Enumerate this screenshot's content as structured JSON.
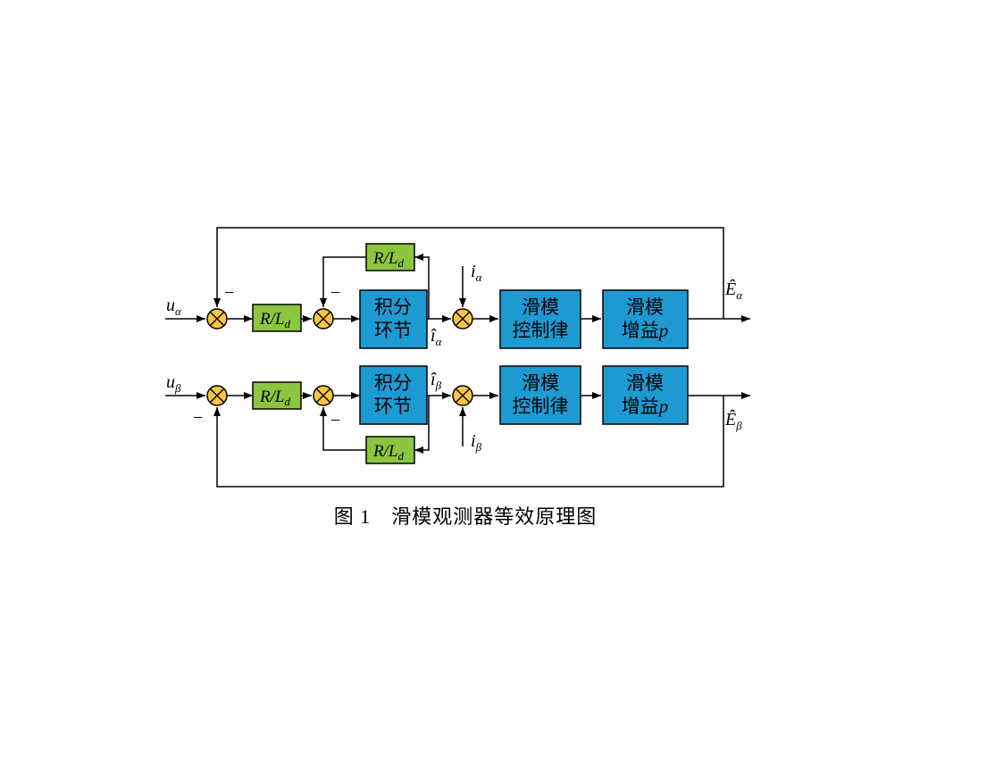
{
  "caption": "图 1　滑模观测器等效原理图",
  "colors": {
    "background": "#FFFFFF",
    "block_blue": "#1E9AD2",
    "block_green": "#8CC63F",
    "junction_fill": "#F8C543",
    "line": "#000000"
  },
  "signals": {
    "u_alpha": {
      "base": "u",
      "sub": "α"
    },
    "u_beta": {
      "base": "u",
      "sub": "β"
    },
    "i_hat_alpha": {
      "base": "î",
      "sub": "α"
    },
    "i_hat_beta": {
      "base": "î",
      "sub": "β"
    },
    "i_alpha": {
      "base": "i",
      "sub": "α"
    },
    "i_beta": {
      "base": "i",
      "sub": "β"
    },
    "e_hat_alpha": {
      "base": "Ê",
      "sub": "α"
    },
    "e_hat_beta": {
      "base": "Ê",
      "sub": "β"
    }
  },
  "operators": {
    "minus": "−"
  },
  "blocks": {
    "rld": {
      "base": "R/L",
      "sub": "d"
    },
    "integrator": {
      "line1": "积分",
      "line2": "环节"
    },
    "smc": {
      "line1": "滑模",
      "line2": "控制律"
    },
    "gain": {
      "line1": "滑模",
      "line2": "增益",
      "line2_italic": "p"
    }
  }
}
